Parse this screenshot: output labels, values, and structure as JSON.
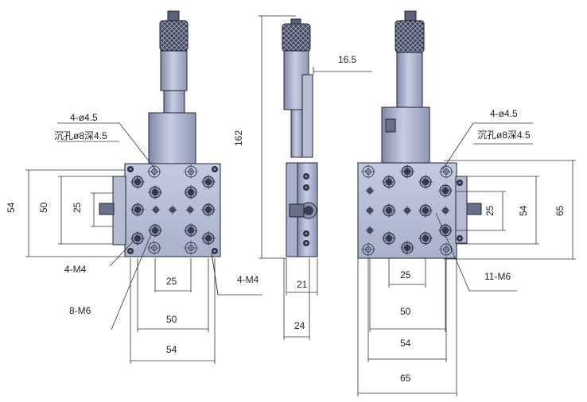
{
  "front_view": {
    "hole_label_a": "4-ø4.5",
    "hole_label_b": "沉孔ø8深4.5",
    "dim_height_outer": "54",
    "dim_height_mid": "50",
    "dim_height_inner": "25",
    "label_m4_left": "4-M4",
    "label_m6": "8-M6",
    "label_m4_right": "4-M4",
    "dim_width_inner": "25",
    "dim_width_mid": "50",
    "dim_width_outer": "54"
  },
  "side_view": {
    "dim_offset": "16.5",
    "dim_total_height": "162",
    "dim_width_inner": "21",
    "dim_width_outer": "24"
  },
  "rear_view": {
    "hole_label_a": "4-ø4.5",
    "hole_label_b": "沉孔ø8深4.5",
    "dim_height_inner": "25",
    "dim_height_mid": "54",
    "dim_height_outer": "65",
    "label_m6": "11-M6",
    "dim_width_inner": "25",
    "dim_width_mid": "50",
    "dim_width_outer1": "54",
    "dim_width_outer2": "65"
  }
}
